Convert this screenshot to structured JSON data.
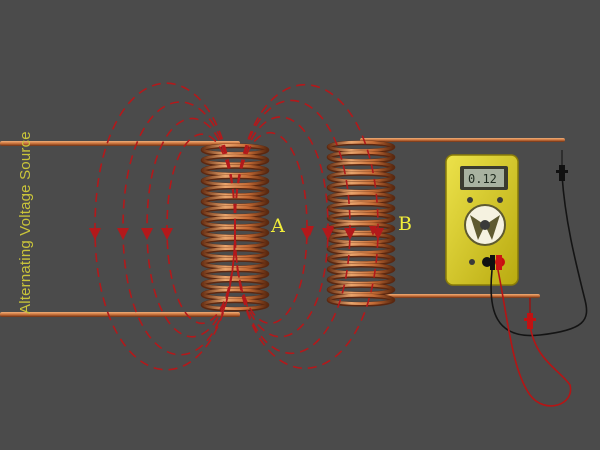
{
  "source_label": "Alternating Voltage Source",
  "coil_a_label": "A",
  "coil_b_label": "B",
  "meter_reading": "0.12",
  "colors": {
    "background": "#4b4b4b",
    "copper": "#c9713a",
    "field_line": "#b3191b",
    "meter_body": "#d9cc1e",
    "lcd": "#a8b2a0",
    "label": "#f2ee3a"
  },
  "icons": [
    "field-line-arrow",
    "multimeter",
    "probe-red",
    "probe-black"
  ]
}
